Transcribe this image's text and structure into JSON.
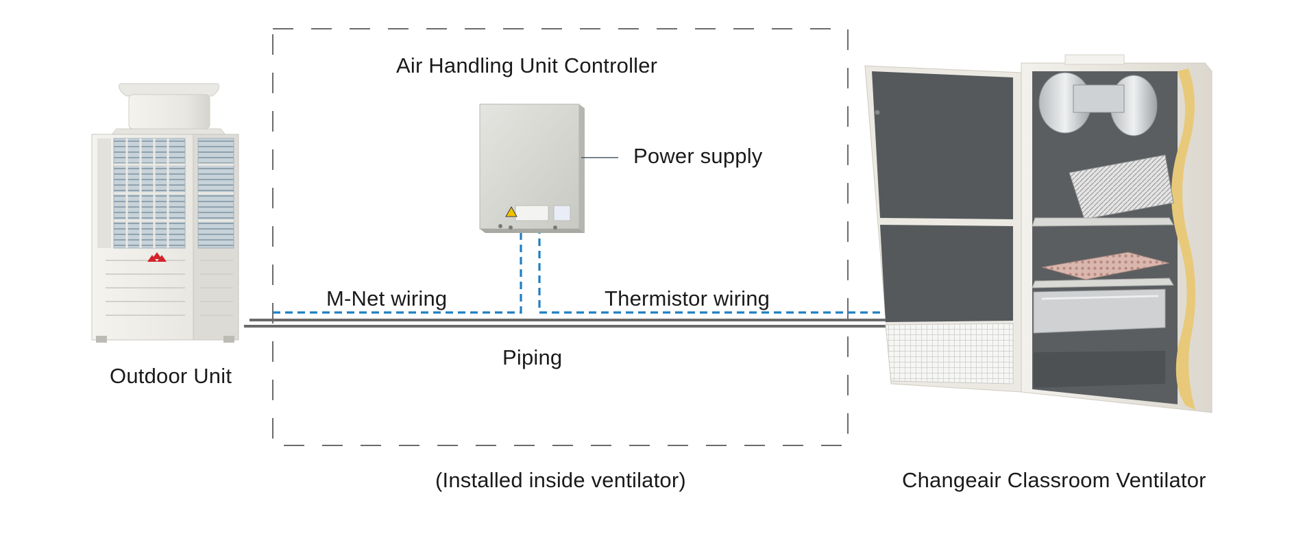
{
  "labels": {
    "ahu_controller": "Air Handling Unit Controller",
    "power_supply": "Power supply",
    "mnet_wiring": "M-Net wiring",
    "thermistor_wiring": "Thermistor wiring",
    "piping": "Piping",
    "outdoor_unit": "Outdoor Unit",
    "installed_note": "(Installed inside ventilator)",
    "ventilator": "Changeair Classroom Ventilator"
  },
  "colors": {
    "wiring": "#1e7fc3",
    "piping": "#6a6a6a",
    "boundary": "#6b6b6b",
    "panel_dark": "#55595c",
    "cabinet": "#efece6",
    "outdoor_unit_body": "#eceae4",
    "controller_box": "#d8d8d4"
  },
  "icons": {
    "outdoor_unit": "outdoor-unit-image",
    "controller": "controller-box-image",
    "ventilator": "ventilator-cabinet-image"
  }
}
